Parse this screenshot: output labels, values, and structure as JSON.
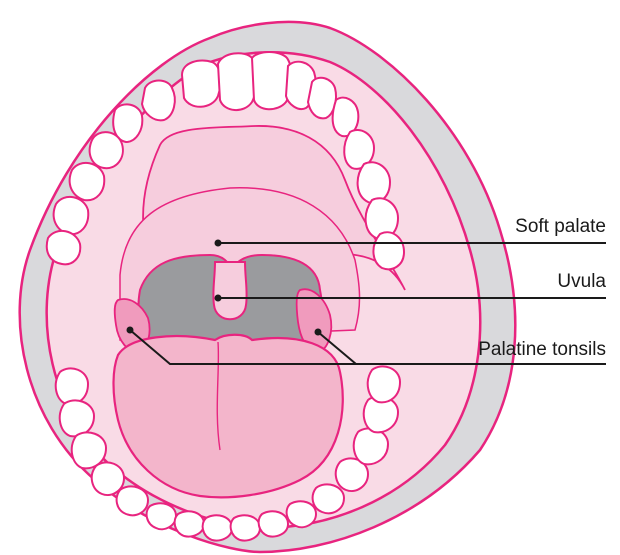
{
  "labels": {
    "soft_palate": "Soft palate",
    "uvula": "Uvula",
    "palatine_tonsils": "Palatine tonsils"
  },
  "colors": {
    "outline": "#e8247f",
    "lips": "#d9d9dc",
    "palate": "#f6cddd",
    "palate_light": "#f9dbe6",
    "throat": "#9a9b9e",
    "tongue": "#f3b5cb",
    "tonsils": "#f09bbd",
    "teeth": "#ffffff",
    "leader": "#1a1a1a"
  }
}
